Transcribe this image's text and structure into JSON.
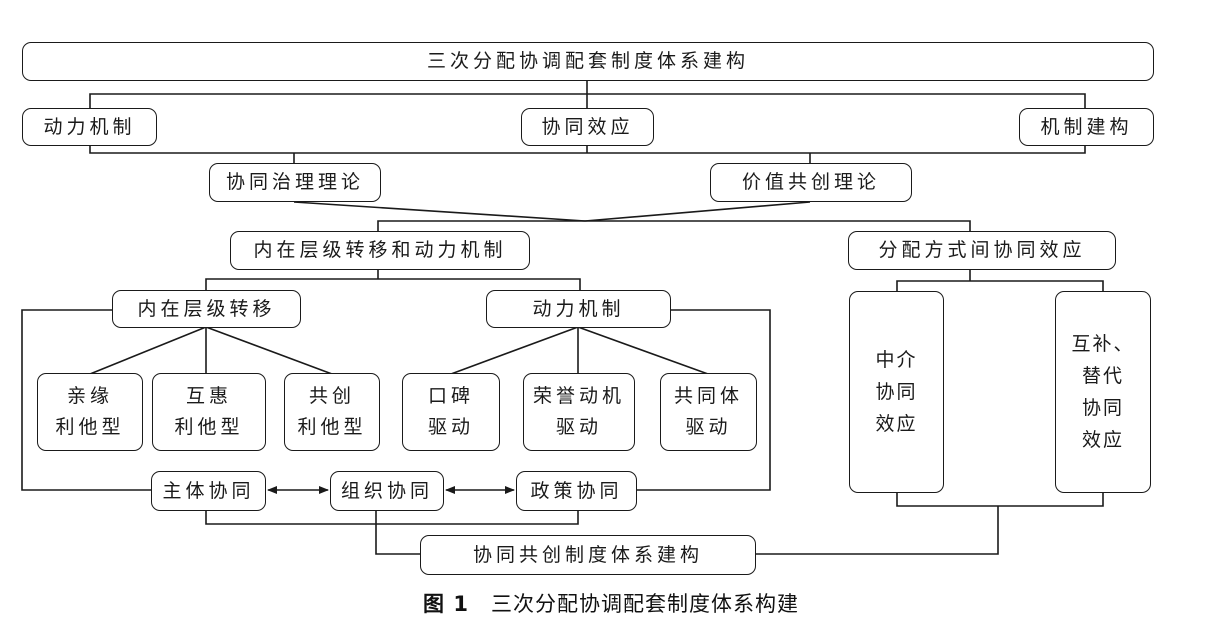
{
  "nodes": {
    "top": "三次分配协调配套制度体系建构",
    "dynamic_mechanism_top": "动力机制",
    "synergy_effect": "协同效应",
    "mechanism_construction": "机制建构",
    "governance_theory": "协同治理理论",
    "value_cocreation_theory": "价值共创理论",
    "inner_transfer_and_dynamics": "内在层级转移和动力机制",
    "distribution_synergy": "分配方式间协同效应",
    "inner_level_transfer": "内在层级转移",
    "dynamic_mechanism": "动力机制",
    "kin_altruism": "亲缘\n利他型",
    "reciprocal_altruism": "互惠\n利他型",
    "cocreation_altruism": "共创\n利他型",
    "word_of_mouth": "口碑\n驱动",
    "honor_motive": "荣誉动机\n驱动",
    "community_drive": "共同体\n驱动",
    "intermediary_synergy": "中介\n协同\n效应",
    "complementary_synergy": "互补、\n替代\n协同\n效应",
    "subject_synergy": "主体协同",
    "organization_synergy": "组织协同",
    "policy_synergy": "政策协同",
    "bottom": "协同共创制度体系建构"
  },
  "caption": {
    "number": "图 1",
    "title": "三次分配协调配套制度体系构建"
  }
}
